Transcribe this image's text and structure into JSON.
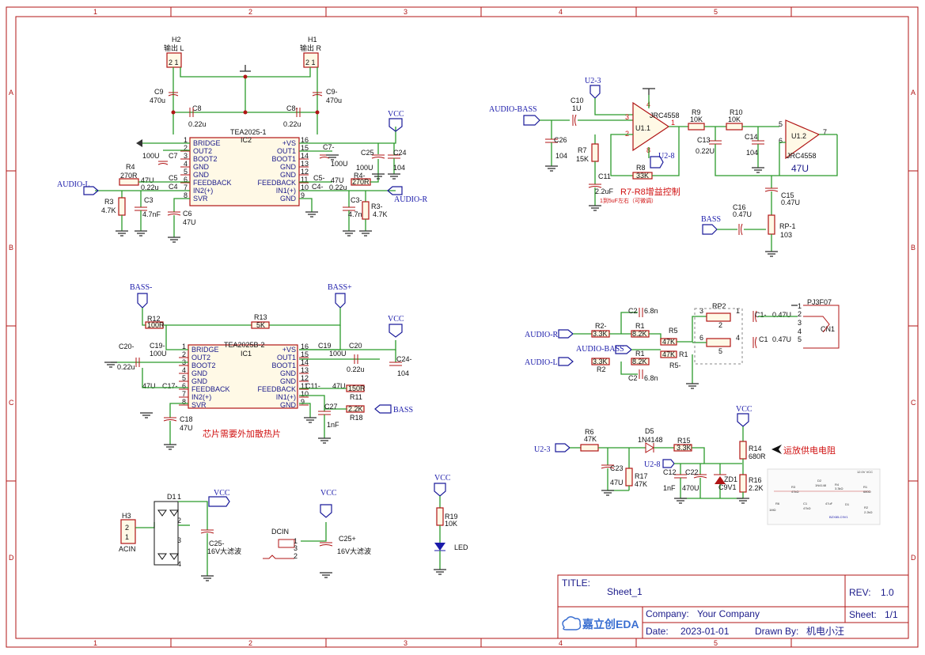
{
  "frame": {
    "col_labels": [
      "1",
      "2",
      "3",
      "4",
      "5"
    ],
    "row_labels": [
      "A",
      "B",
      "C",
      "D"
    ]
  },
  "title_block": {
    "title_label": "TITLE:",
    "title": "Sheet_1",
    "rev_label": "REV:",
    "rev": "1.0",
    "company_label": "Company:",
    "company": "Your Company",
    "sheet_label": "Sheet:",
    "sheet": "1/1",
    "date_label": "Date:",
    "date": "2023-01-01",
    "drawn_label": "Drawn By:",
    "drawn_by": "机电小汪",
    "logo": "嘉立创EDA"
  },
  "amp1": {
    "ic_name": "TEA2025-1",
    "ic_ref": "IC2",
    "pins_left": [
      "BRIDGE",
      "OUT2",
      "BOOT2",
      "GND",
      "GND",
      "FEEDBACK",
      "IN2(+)",
      "SVR"
    ],
    "pins_left_num": [
      "1",
      "2",
      "3",
      "4",
      "5",
      "6",
      "7",
      "8"
    ],
    "pins_right": [
      "+VS",
      "OUT1",
      "BOOT1",
      "GND",
      "GND",
      "FEEDBACK",
      "IN1(+)",
      "GND"
    ],
    "pins_right_num": [
      "16",
      "15",
      "14",
      "13",
      "12",
      "11",
      "10",
      "9"
    ],
    "h2": "H2",
    "h2_label": "输出 L",
    "h1": "H1",
    "h1_label": "输出 R",
    "c9": "C9",
    "c9v": "470u",
    "c9m": "C9-",
    "c9mv": "470u",
    "c8": "C8",
    "c8v": "0.22u",
    "c8m": "C8-",
    "c8mv": "0.22u",
    "c7": "C7",
    "c7v": "100U",
    "c7m": "C7-",
    "c7mv": "100U",
    "c5": "C5",
    "c5v": "47U",
    "c4": "C4",
    "c4v": "0.22u",
    "c5m": "C5-",
    "c5mv": "47U",
    "c4m": "C4-",
    "c4mv": "0.22u",
    "r4": "R4",
    "r4v": "270R",
    "r4m": "R4-",
    "r4mv": "270R",
    "r3": "R3",
    "r3v": "4.7K",
    "r3m": "R3-",
    "r3mv": "4.7K",
    "c3": "C3",
    "c3v": "4.7nF",
    "c3m": "C3-",
    "c3mv": "4.7nF",
    "c6": "C6",
    "c6v": "47U",
    "c25": "C25",
    "c25v": "100U",
    "c24": "C24",
    "c24v": "104",
    "vcc": "VCC",
    "audio_l": "AUDIO-L",
    "audio_r": "AUDIO-R"
  },
  "amp2": {
    "ic_name": "TEA2025B-2",
    "ic_ref": "IC1",
    "bass_minus": "BASS-",
    "bass_plus": "BASS+",
    "r12": "R12",
    "r12v": "100R",
    "r13": "R13",
    "r13v": "5K",
    "c20m": "C20-",
    "c20mv": "0.22u",
    "c19m": "C19-",
    "c19mv": "100U",
    "c17m": "C17-",
    "c17mv": "47U",
    "c18": "C18",
    "c18v": "47U",
    "c19": "C19",
    "c19v": "100U",
    "c20": "C20",
    "c20v": "0.22u",
    "c24m": "C24-",
    "c24mv": "104",
    "c11m": "C11-",
    "c11mv": "47U",
    "r11": "R11",
    "r11v": "150R",
    "r18": "R18",
    "r18v": "2.2K",
    "c27": "C27",
    "c27v": "1nF",
    "bass": "BASS",
    "vcc": "VCC",
    "note": "芯片需要外加散热片"
  },
  "preamp": {
    "audio_bass": "AUDIO-BASS",
    "u23": "U2-3",
    "c10": "C10",
    "c10v": "1U",
    "c26": "C26",
    "c26v": "104",
    "r7": "R7",
    "r7v": "15K",
    "c11": "C11",
    "c11v": "2.2uF",
    "c11note": "1到5uF左右（可微调）",
    "u11": "U1.1",
    "u11part": "JRC4558",
    "u28": "U2-8",
    "r8": "R8",
    "r8v": "33K",
    "gain_note": "R7-R8增益控制",
    "r9": "R9",
    "r9v": "10K",
    "r10": "R10",
    "r10v": "10K",
    "c13": "C13",
    "c13v": "0.22U",
    "c14": "C14",
    "c14v": "104",
    "u12": "U1.2",
    "u12part": "JRC4558",
    "u12val": "47U",
    "c15": "C15",
    "c15v": "0.47U",
    "c16": "C16",
    "c16v": "0.47U",
    "bass": "BASS",
    "rp1": "RP-1",
    "rp1v": "103",
    "pin3": "3",
    "pin2": "2",
    "pin1": "1",
    "pin8": "8",
    "pin4": "4",
    "pin5": "5",
    "pin6": "6",
    "pin7": "7"
  },
  "mixer": {
    "audio_r": "AUDIO-R",
    "audio_l": "AUDIO-L",
    "audio_bass": "AUDIO-BASS",
    "r2m": "R2-",
    "r2mv": "3.3K",
    "r2": "R2",
    "r2v": "3.3K",
    "r1m": "R1",
    "r1mv": "8.2K",
    "r1": "R1",
    "r1v": "8.2K",
    "c2a": "C2",
    "c2av": "6.8n",
    "c2b": "C2",
    "c2bv": "6.8n",
    "r5": "R5",
    "r5v": "47K",
    "r5m": "R5-",
    "r5mv": "47K",
    "r1b": "R1",
    "r1bv": "47K",
    "rp2": "RP2",
    "c1m": "C1-",
    "c1mv": "0.47U",
    "c1": "C1",
    "c1v": "0.47U",
    "cn1": "CN1",
    "jack": "PJ3F07",
    "jack_pins": [
      "1",
      "2",
      "3",
      "4",
      "5"
    ],
    "rp_pins": [
      "3",
      "2",
      "1",
      "6",
      "5",
      "4"
    ]
  },
  "supply": {
    "u23": "U2-3",
    "u28": "U2-8",
    "r6": "R6",
    "r6v": "47K",
    "d5": "D5",
    "d5v": "1N4148",
    "r15": "R15",
    "r15v": "3.3K",
    "c23": "C23",
    "c23v": "47U",
    "r17": "R17",
    "r17v": "47K",
    "c12": "C12",
    "c12v": "1nF",
    "c22": "C22",
    "c22v": "470U",
    "zd1": "ZD1",
    "zd1v": "C9V1",
    "r14": "R14",
    "r14v": "680R",
    "r16": "R16",
    "r16v": "2.2K",
    "vcc": "VCC",
    "note": "运放供电电阻"
  },
  "power": {
    "h3": "H3",
    "h3_label": "ACIN",
    "h3_pins": [
      "2",
      "1"
    ],
    "d1": "D1",
    "bridge_pins": [
      "1",
      "2",
      "3",
      "4"
    ],
    "c25m": "C25-",
    "c25mv": "16V大滤波",
    "vcc": "VCC",
    "dcin": "DCIN",
    "dc_pins": [
      "1",
      "3",
      "2"
    ],
    "c25p": "C25+",
    "c25pv": "16V大滤波",
    "vcc2": "VCC",
    "r19": "R19",
    "r19v": "10K",
    "led": "LED",
    "vcc3": "VCC"
  },
  "thumb": {
    "labels": [
      "R3",
      "R1",
      "D2",
      "R4",
      "C1",
      "R6",
      "R2",
      "D1"
    ],
    "values": [
      "47kΩ",
      "680Ω",
      "1N4148",
      "3.3kΩ",
      "47kΩ",
      "47uF",
      "1MΩ",
      "2.2kΩ",
      "BZX85-C9V1"
    ],
    "vcc": "12.0V VCC"
  }
}
